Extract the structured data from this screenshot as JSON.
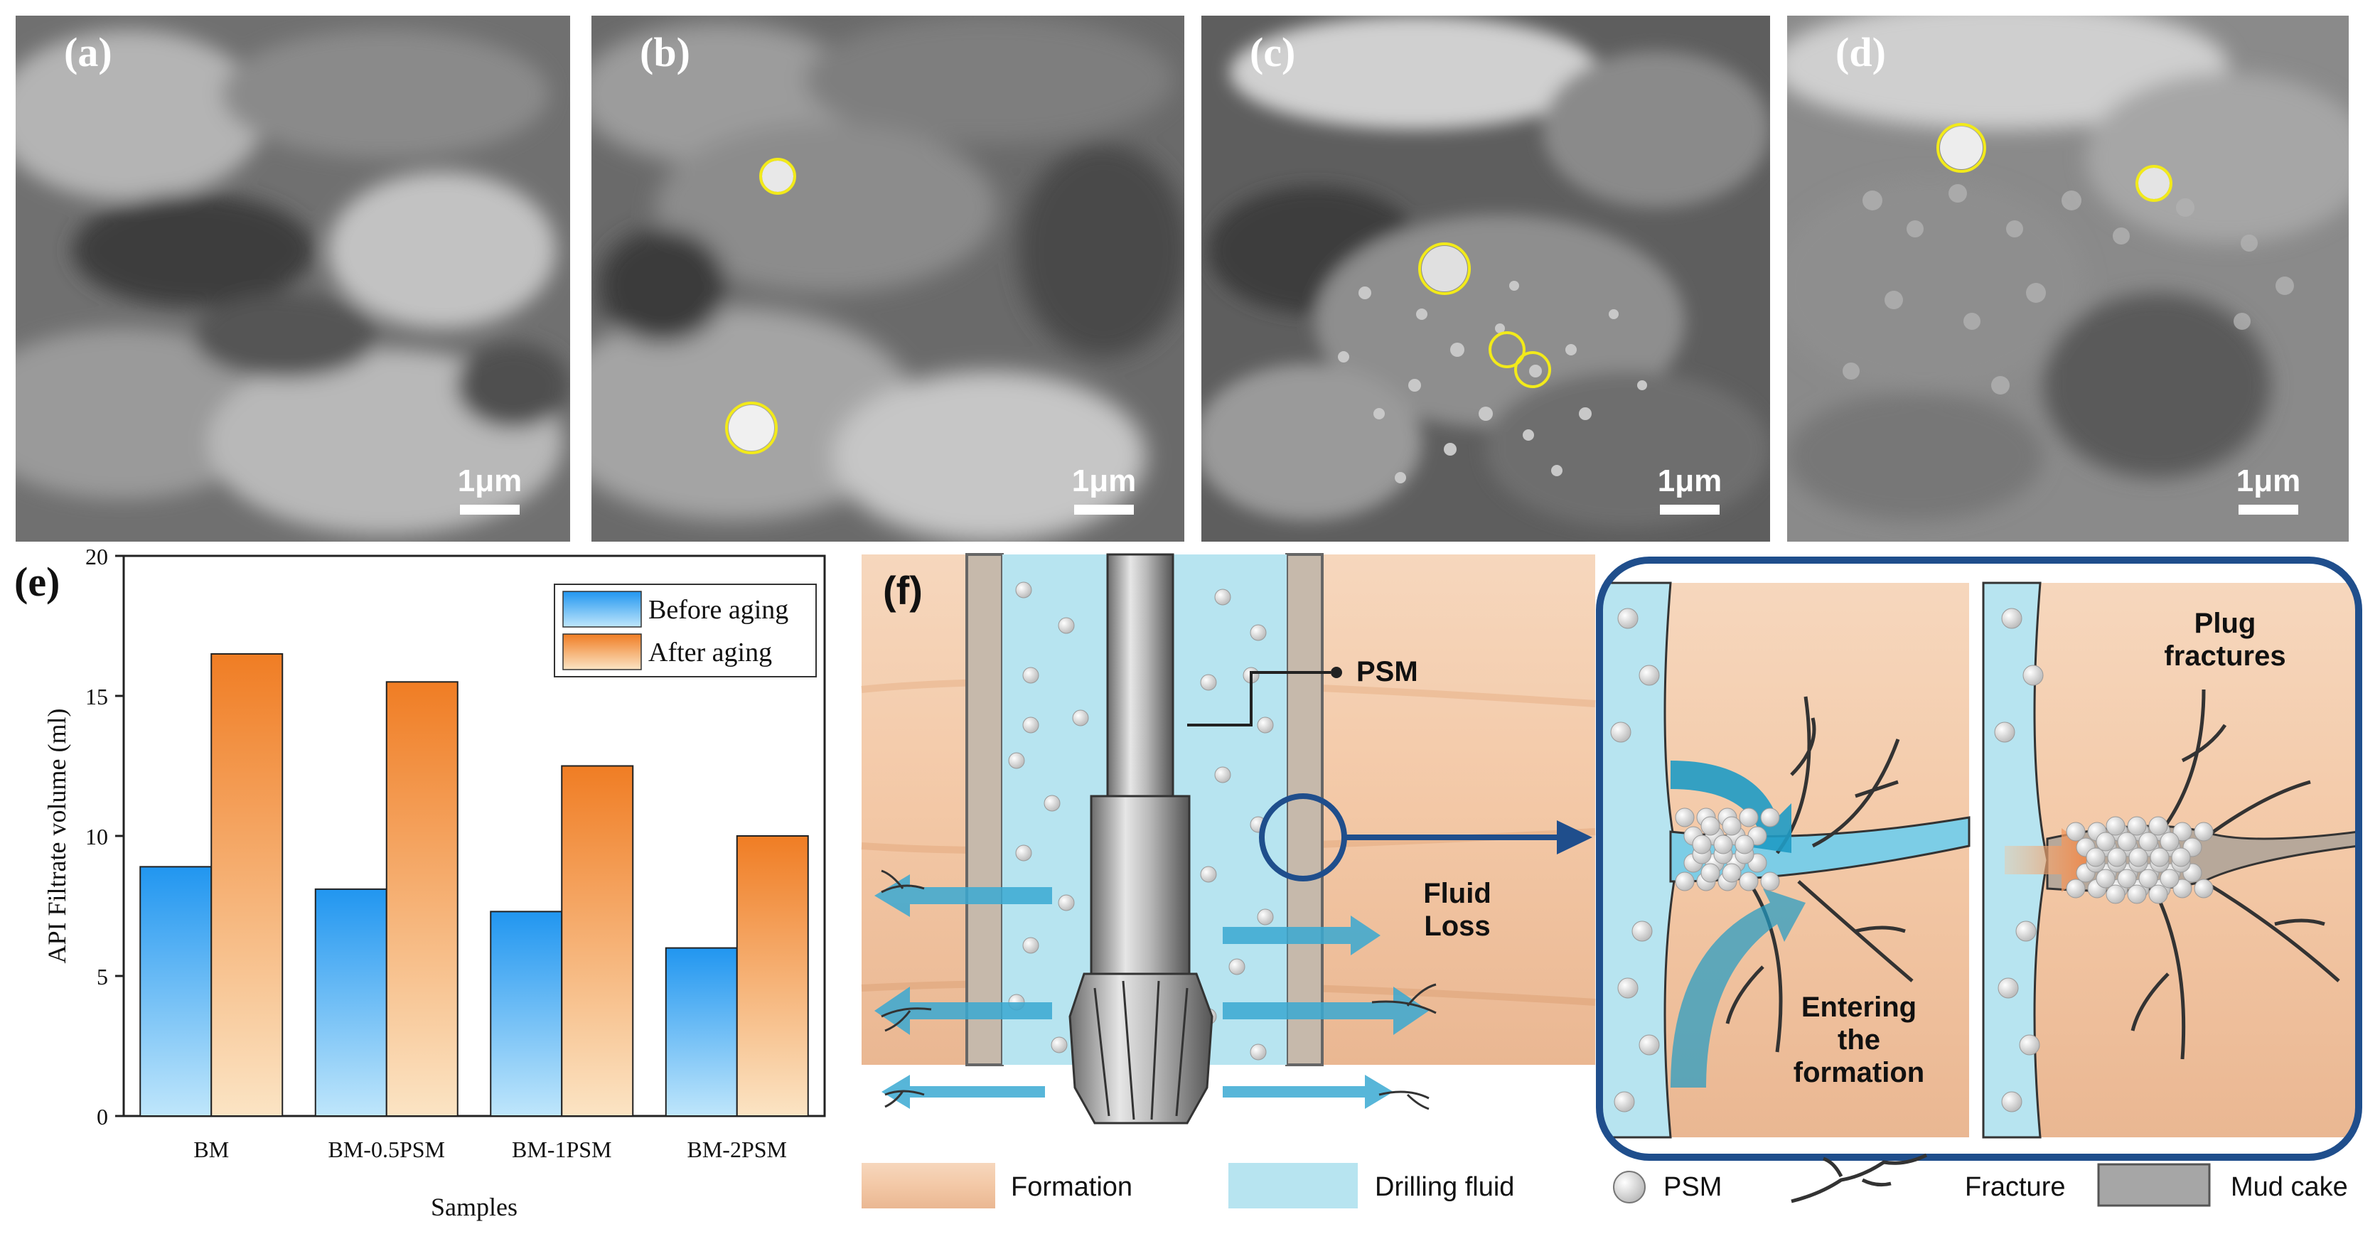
{
  "sem_panels": [
    {
      "label": "(a)",
      "scale": "1μm"
    },
    {
      "label": "(b)",
      "scale": "1μm"
    },
    {
      "label": "(c)",
      "scale": "1μm"
    },
    {
      "label": "(d)",
      "scale": "1μm"
    }
  ],
  "chart_data": {
    "type": "bar",
    "panel_label": "(e)",
    "categories": [
      "BM",
      "BM-0.5PSM",
      "BM-1PSM",
      "BM-2PSM"
    ],
    "series": [
      {
        "name": "Before aging",
        "values": [
          8.9,
          8.1,
          7.3,
          6.0
        ],
        "color": "#2f9fe8"
      },
      {
        "name": "After aging",
        "values": [
          16.5,
          15.5,
          12.5,
          10.0
        ],
        "color": "#f28a2e"
      }
    ],
    "xlabel": "Samples",
    "ylabel": "API Filtrate volume (ml)",
    "ylim": [
      0,
      20
    ],
    "yticks": [
      "0",
      "5",
      "10",
      "15",
      "20"
    ],
    "legend_position": "top-right",
    "grid": false
  },
  "diagram": {
    "panel_label": "(f)",
    "psm_callout": "PSM",
    "fluid_loss": [
      "Fluid",
      "Loss"
    ],
    "entering": [
      "Entering",
      "the",
      "formation"
    ],
    "plug": [
      "Plug",
      "fractures"
    ],
    "legend": {
      "formation": "Formation",
      "drilling_fluid": "Drilling fluid",
      "psm": "PSM",
      "fracture": "Fracture",
      "mud_cake": "Mud cake"
    }
  }
}
